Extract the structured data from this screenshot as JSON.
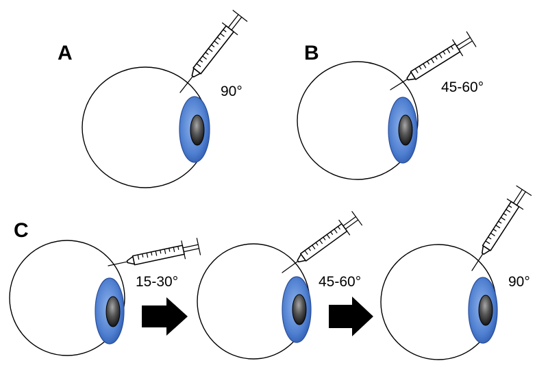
{
  "panels": {
    "a": {
      "letter": "A",
      "angle": "90°"
    },
    "b": {
      "letter": "B",
      "angle": "45-60°"
    },
    "c": {
      "letter": "C",
      "steps": [
        {
          "angle": "15-30°"
        },
        {
          "angle": "45-60°"
        },
        {
          "angle": "90°"
        }
      ]
    }
  },
  "colors": {
    "iris": "#4f7fd0",
    "iris_edge": "#2a4f9a",
    "pupil_dark": "#111111",
    "pupil_light": "#9a9a9a",
    "arrow": "#000000"
  },
  "icons": {
    "needle": "syringe-icon",
    "arrow": "right-arrow-icon"
  }
}
